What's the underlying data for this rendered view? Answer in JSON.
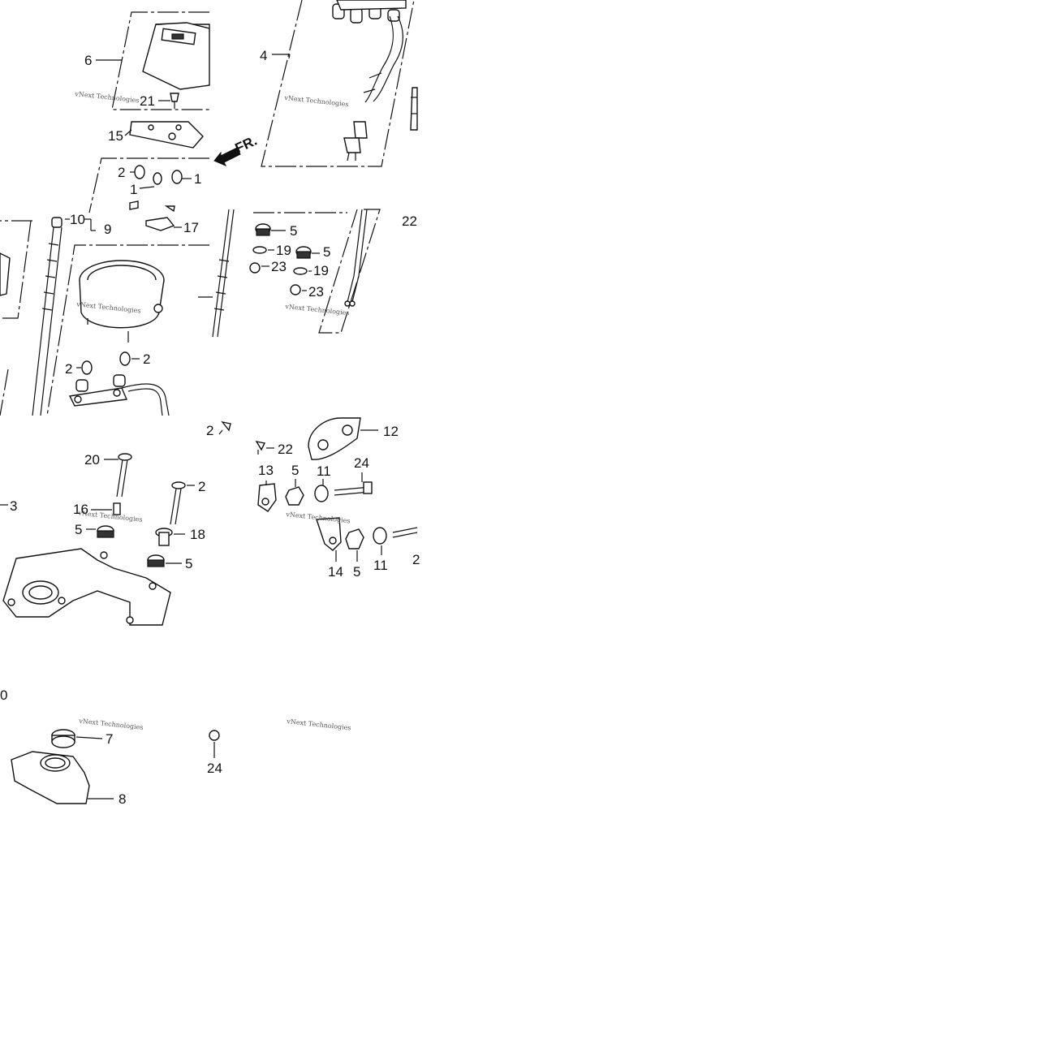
{
  "watermark": "vNext Technologies",
  "arrow_label": "FR.",
  "callouts": {
    "c1": "1",
    "c1b": "1",
    "c2a": "2",
    "c2b": "2",
    "c2c": "2",
    "c3": "3",
    "c4": "4",
    "c5a": "5",
    "c5b": "5",
    "c5c": "5",
    "c5d": "5",
    "c5e": "5",
    "c5f": "5",
    "c6": "6",
    "c7": "7",
    "c8": "8",
    "c9": "9",
    "c10": "10",
    "c10b": "0",
    "c11a": "11",
    "c11b": "11",
    "c12": "12",
    "c12b": "2",
    "c13": "13",
    "c14": "14",
    "c15": "15",
    "c16": "16",
    "c17": "17",
    "c18": "18",
    "c19a": "19",
    "c19b": "19",
    "c20a": "20",
    "c20b": "2",
    "c21": "21",
    "c22a": "22",
    "c22b": "22",
    "c23a": "23",
    "c23b": "23",
    "c24a": "24",
    "c24b": "24",
    "c2d": "2"
  }
}
